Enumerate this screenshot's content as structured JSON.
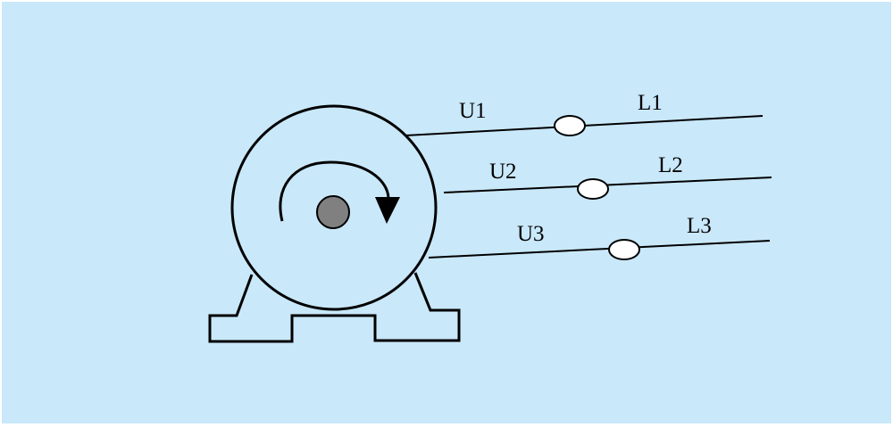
{
  "diagram": {
    "terminals": [
      {
        "motor_label": "U1",
        "line_label": "L1"
      },
      {
        "motor_label": "U2",
        "line_label": "L2"
      },
      {
        "motor_label": "U3",
        "line_label": "L3"
      }
    ],
    "colors": {
      "background": "#c9e8fa",
      "stroke": "#000000",
      "shaft": "#808080",
      "terminal_fill": "#ffffff"
    }
  }
}
